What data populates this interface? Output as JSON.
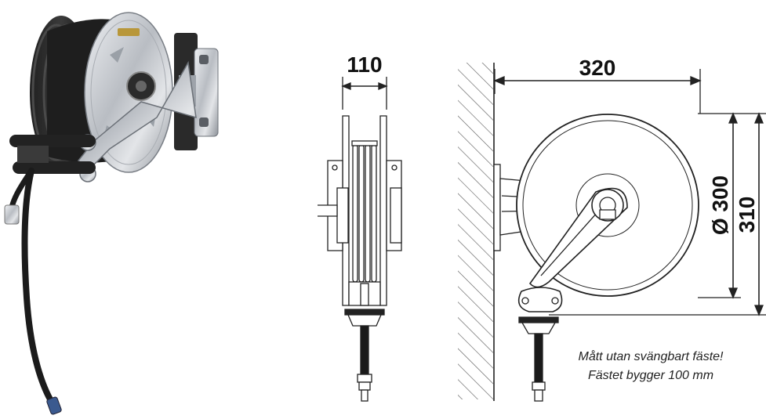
{
  "dimensions": {
    "width": "110",
    "depth": "320",
    "diameter": "Ø 300",
    "height": "310"
  },
  "note": {
    "line1": "Mått utan svängbart fäste!",
    "line2": "Fästet bygger 100 mm"
  },
  "colors": {
    "stroke": "#222222",
    "hose": "#1a1a1a",
    "steel": "#c9ccd1",
    "steel_dark": "#8d9299",
    "hatch": "#555555"
  }
}
